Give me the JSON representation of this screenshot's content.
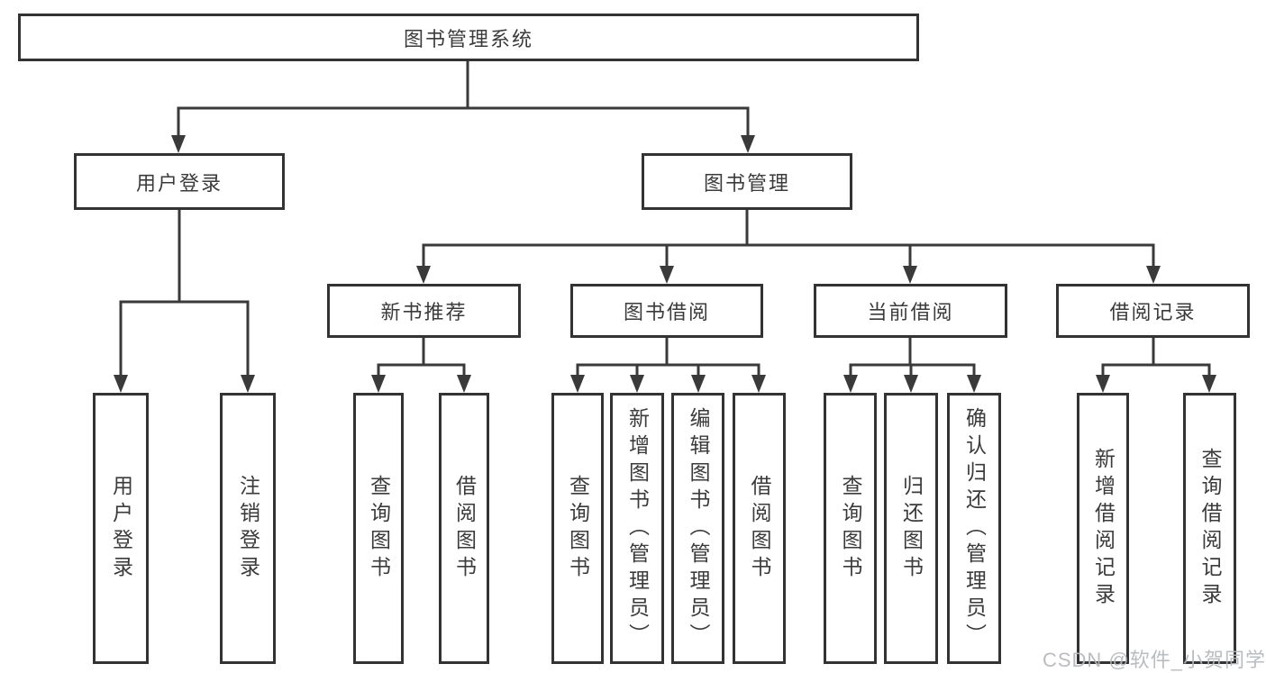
{
  "diagram_title": "图书管理系统",
  "nodes": {
    "root": "图书管理系统",
    "user_login": "用户登录",
    "book_mgmt": "图书管理",
    "new_books": "新书推荐",
    "book_borrow": "图书借阅",
    "current_borrow": "当前借阅",
    "borrow_records": "借阅记录",
    "ul_user_login": "用户登录",
    "ul_logout": "注销登录",
    "nb_query": "查询图书",
    "nb_borrow": "借阅图书",
    "bb_query": "查询图书",
    "bb_add": "新增图书（管理员）",
    "bb_edit": "编辑图书（管理员）",
    "bb_borrow": "借阅图书",
    "cb_query": "查询图书",
    "cb_return": "归还图书",
    "cb_confirm": "确认归还（管理员）",
    "br_add": "新增借阅记录",
    "br_query": "查询借阅记录"
  },
  "watermark": "CSDN @软件_小贺同学",
  "colors": {
    "line": "#3a3a3a",
    "box_border": "#333333",
    "text": "#3b3b3b",
    "watermark": "#b4b7bb",
    "background": "#ffffff"
  }
}
